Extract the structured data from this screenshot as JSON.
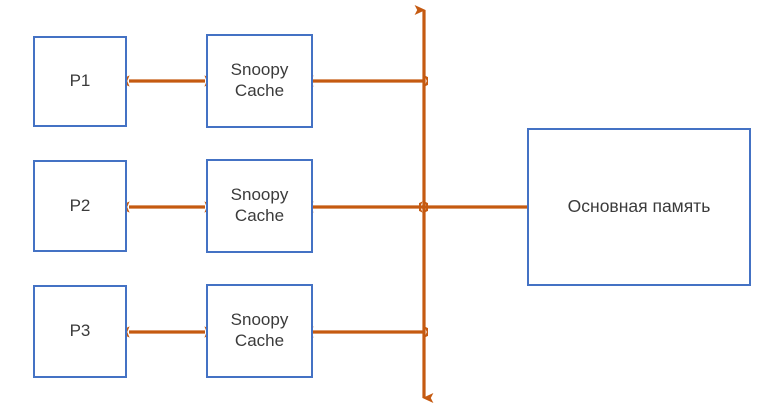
{
  "diagram": {
    "title": "Snoopy cache coherence bus diagram",
    "colors": {
      "box_border": "#4472C4",
      "arrow": "#C55A11",
      "text": "#3b3b3b",
      "background": "#FFFFFF"
    },
    "processors": [
      {
        "id": "p1",
        "label": "P1"
      },
      {
        "id": "p2",
        "label": "P2"
      },
      {
        "id": "p3",
        "label": "P3"
      }
    ],
    "caches": [
      {
        "id": "cache1",
        "label": "Snoopy\nCache"
      },
      {
        "id": "cache2",
        "label": "Snoopy\nCache"
      },
      {
        "id": "cache3",
        "label": "Snoopy\nCache"
      }
    ],
    "memory": {
      "id": "main-memory",
      "label": "Основная память"
    },
    "bus": {
      "id": "system-bus",
      "orientation": "vertical",
      "arrowheads": "both"
    },
    "connections": [
      {
        "id": "p1-cache1",
        "from": "P1",
        "to": "Snoopy Cache",
        "arrowheads": "both"
      },
      {
        "id": "cache1-bus",
        "from": "Snoopy Cache",
        "to": "Bus",
        "arrowheads": "both"
      },
      {
        "id": "p2-cache2",
        "from": "P2",
        "to": "Snoopy Cache",
        "arrowheads": "both"
      },
      {
        "id": "cache2-bus",
        "from": "Snoopy Cache",
        "to": "Bus",
        "arrowheads": "both"
      },
      {
        "id": "bus-memory",
        "from": "Bus",
        "to": "Основная память",
        "arrowheads": "both"
      },
      {
        "id": "p3-cache3",
        "from": "P3",
        "to": "Snoopy Cache",
        "arrowheads": "both"
      },
      {
        "id": "cache3-bus",
        "from": "Snoopy Cache",
        "to": "Bus",
        "arrowheads": "both"
      }
    ]
  }
}
